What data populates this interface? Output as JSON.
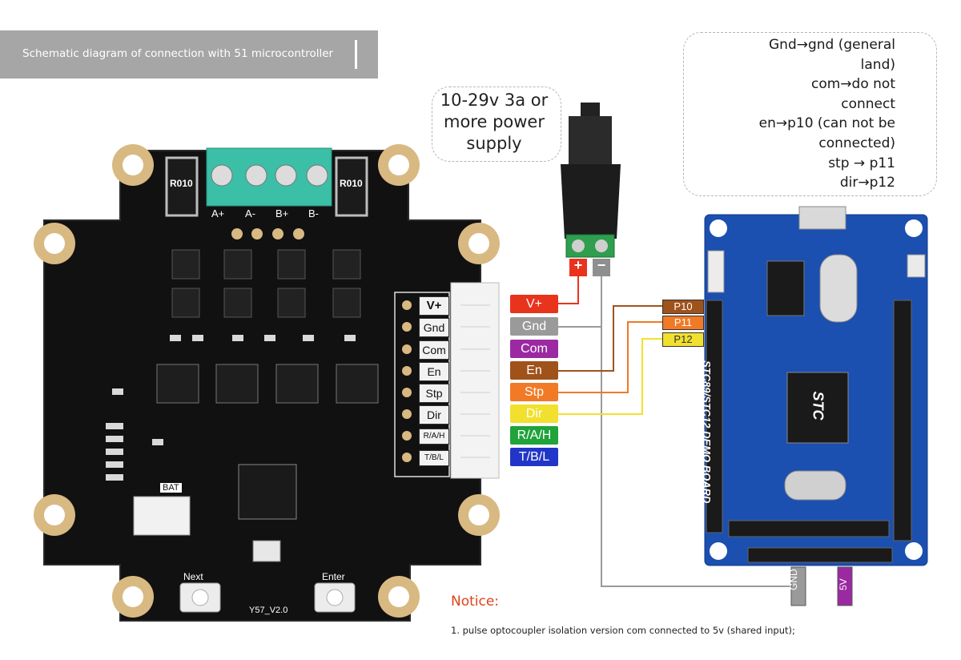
{
  "header": {
    "title": "Schematic diagram of connection with 51 microcontroller"
  },
  "power_callout": {
    "text": "10-29v 3a or more power supply"
  },
  "pin_callout": {
    "lines": [
      "Gnd→gnd (general",
      "land)",
      "com→do not",
      "connect",
      "en→p10 (can not be",
      "connected)",
      "stp → p11",
      "dir→p12"
    ]
  },
  "driver_board": {
    "terminal_labels": [
      "A+",
      "A-",
      "B+",
      "B-"
    ],
    "resistor_label": "R010",
    "connector_pins": [
      "V+",
      "Gnd",
      "Com",
      "En",
      "Stp",
      "Dir",
      "R/A/H",
      "T/B/L"
    ],
    "buttons": [
      "Next",
      "Enter"
    ],
    "version": "Y57_V2.0",
    "battery_label": "BAT"
  },
  "signal_labels": [
    {
      "text": "V+",
      "color": "#e8341c"
    },
    {
      "text": "Gnd",
      "color": "#9a9a9a"
    },
    {
      "text": "Com",
      "color": "#9b2aa2"
    },
    {
      "text": "En",
      "color": "#a0521b"
    },
    {
      "text": "Stp",
      "color": "#f07a26"
    },
    {
      "text": "Dir",
      "color": "#f2e02e"
    },
    {
      "text": "R/A/H",
      "color": "#1fa33a"
    },
    {
      "text": "T/B/L",
      "color": "#2136c8"
    }
  ],
  "power_terminals": {
    "plus": "+",
    "minus": "−"
  },
  "mcu_pins": [
    {
      "text": "P10",
      "color": "#a0521b"
    },
    {
      "text": "P11",
      "color": "#f07a26"
    },
    {
      "text": "P12",
      "color": "#f2e02e"
    }
  ],
  "mcu_board": {
    "title": "STC89/STC12 DEMO BOARD",
    "chip_label": "STC",
    "bottom_pins": {
      "gnd": "GND",
      "five_v": "5V"
    }
  },
  "notice": {
    "title": "Notice:",
    "items": [
      "1. pulse optocoupler isolation version com connected to 5v (shared input);"
    ]
  },
  "colors": {
    "pcb_black": "#111111",
    "pcb_blue": "#1b4fb0",
    "terminal_green": "#3bbfa6",
    "wire_red": "#e8341c",
    "wire_gray": "#9a9a9a"
  }
}
